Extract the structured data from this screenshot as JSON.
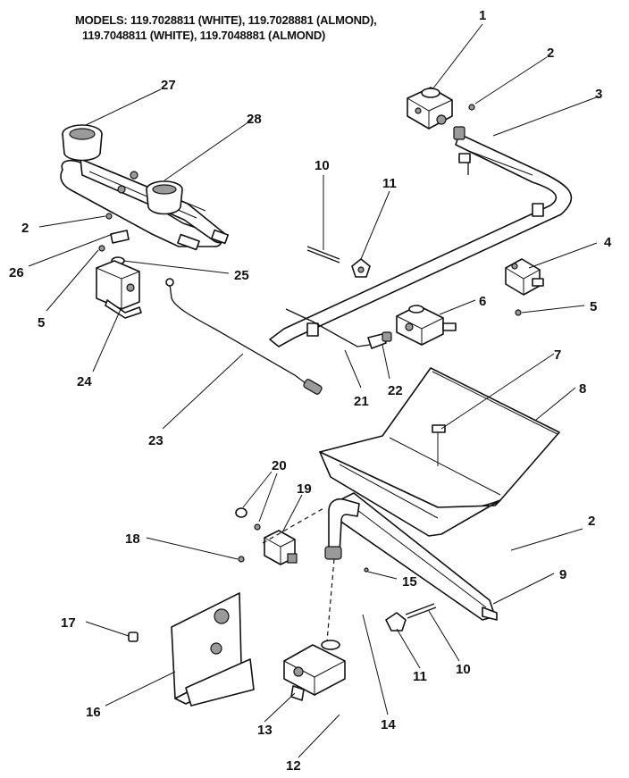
{
  "header": {
    "line1": "MODELS: 119.7028811 (WHITE), 119.7028881 (ALMOND),",
    "line2": "119.7048811 (WHITE), 119.7048881 (ALMOND)"
  },
  "callouts": [
    {
      "id": "c1",
      "label": "1"
    },
    {
      "id": "c2a",
      "label": "2"
    },
    {
      "id": "c3",
      "label": "3"
    },
    {
      "id": "c27",
      "label": "27"
    },
    {
      "id": "c28",
      "label": "28"
    },
    {
      "id": "c10a",
      "label": "10"
    },
    {
      "id": "c11a",
      "label": "11"
    },
    {
      "id": "c2b",
      "label": "2"
    },
    {
      "id": "c26",
      "label": "26"
    },
    {
      "id": "c25",
      "label": "25"
    },
    {
      "id": "c5a",
      "label": "5"
    },
    {
      "id": "c24",
      "label": "24"
    },
    {
      "id": "c4",
      "label": "4"
    },
    {
      "id": "c6",
      "label": "6"
    },
    {
      "id": "c5b",
      "label": "5"
    },
    {
      "id": "c7",
      "label": "7"
    },
    {
      "id": "c8",
      "label": "8"
    },
    {
      "id": "c21",
      "label": "21"
    },
    {
      "id": "c22",
      "label": "22"
    },
    {
      "id": "c23",
      "label": "23"
    },
    {
      "id": "c20",
      "label": "20"
    },
    {
      "id": "c19",
      "label": "19"
    },
    {
      "id": "c18",
      "label": "18"
    },
    {
      "id": "c2c",
      "label": "2"
    },
    {
      "id": "c9",
      "label": "9"
    },
    {
      "id": "c15",
      "label": "15"
    },
    {
      "id": "c17",
      "label": "17"
    },
    {
      "id": "c11b",
      "label": "11"
    },
    {
      "id": "c10b",
      "label": "10"
    },
    {
      "id": "c16",
      "label": "16"
    },
    {
      "id": "c13",
      "label": "13"
    },
    {
      "id": "c14",
      "label": "14"
    },
    {
      "id": "c12",
      "label": "12"
    }
  ]
}
